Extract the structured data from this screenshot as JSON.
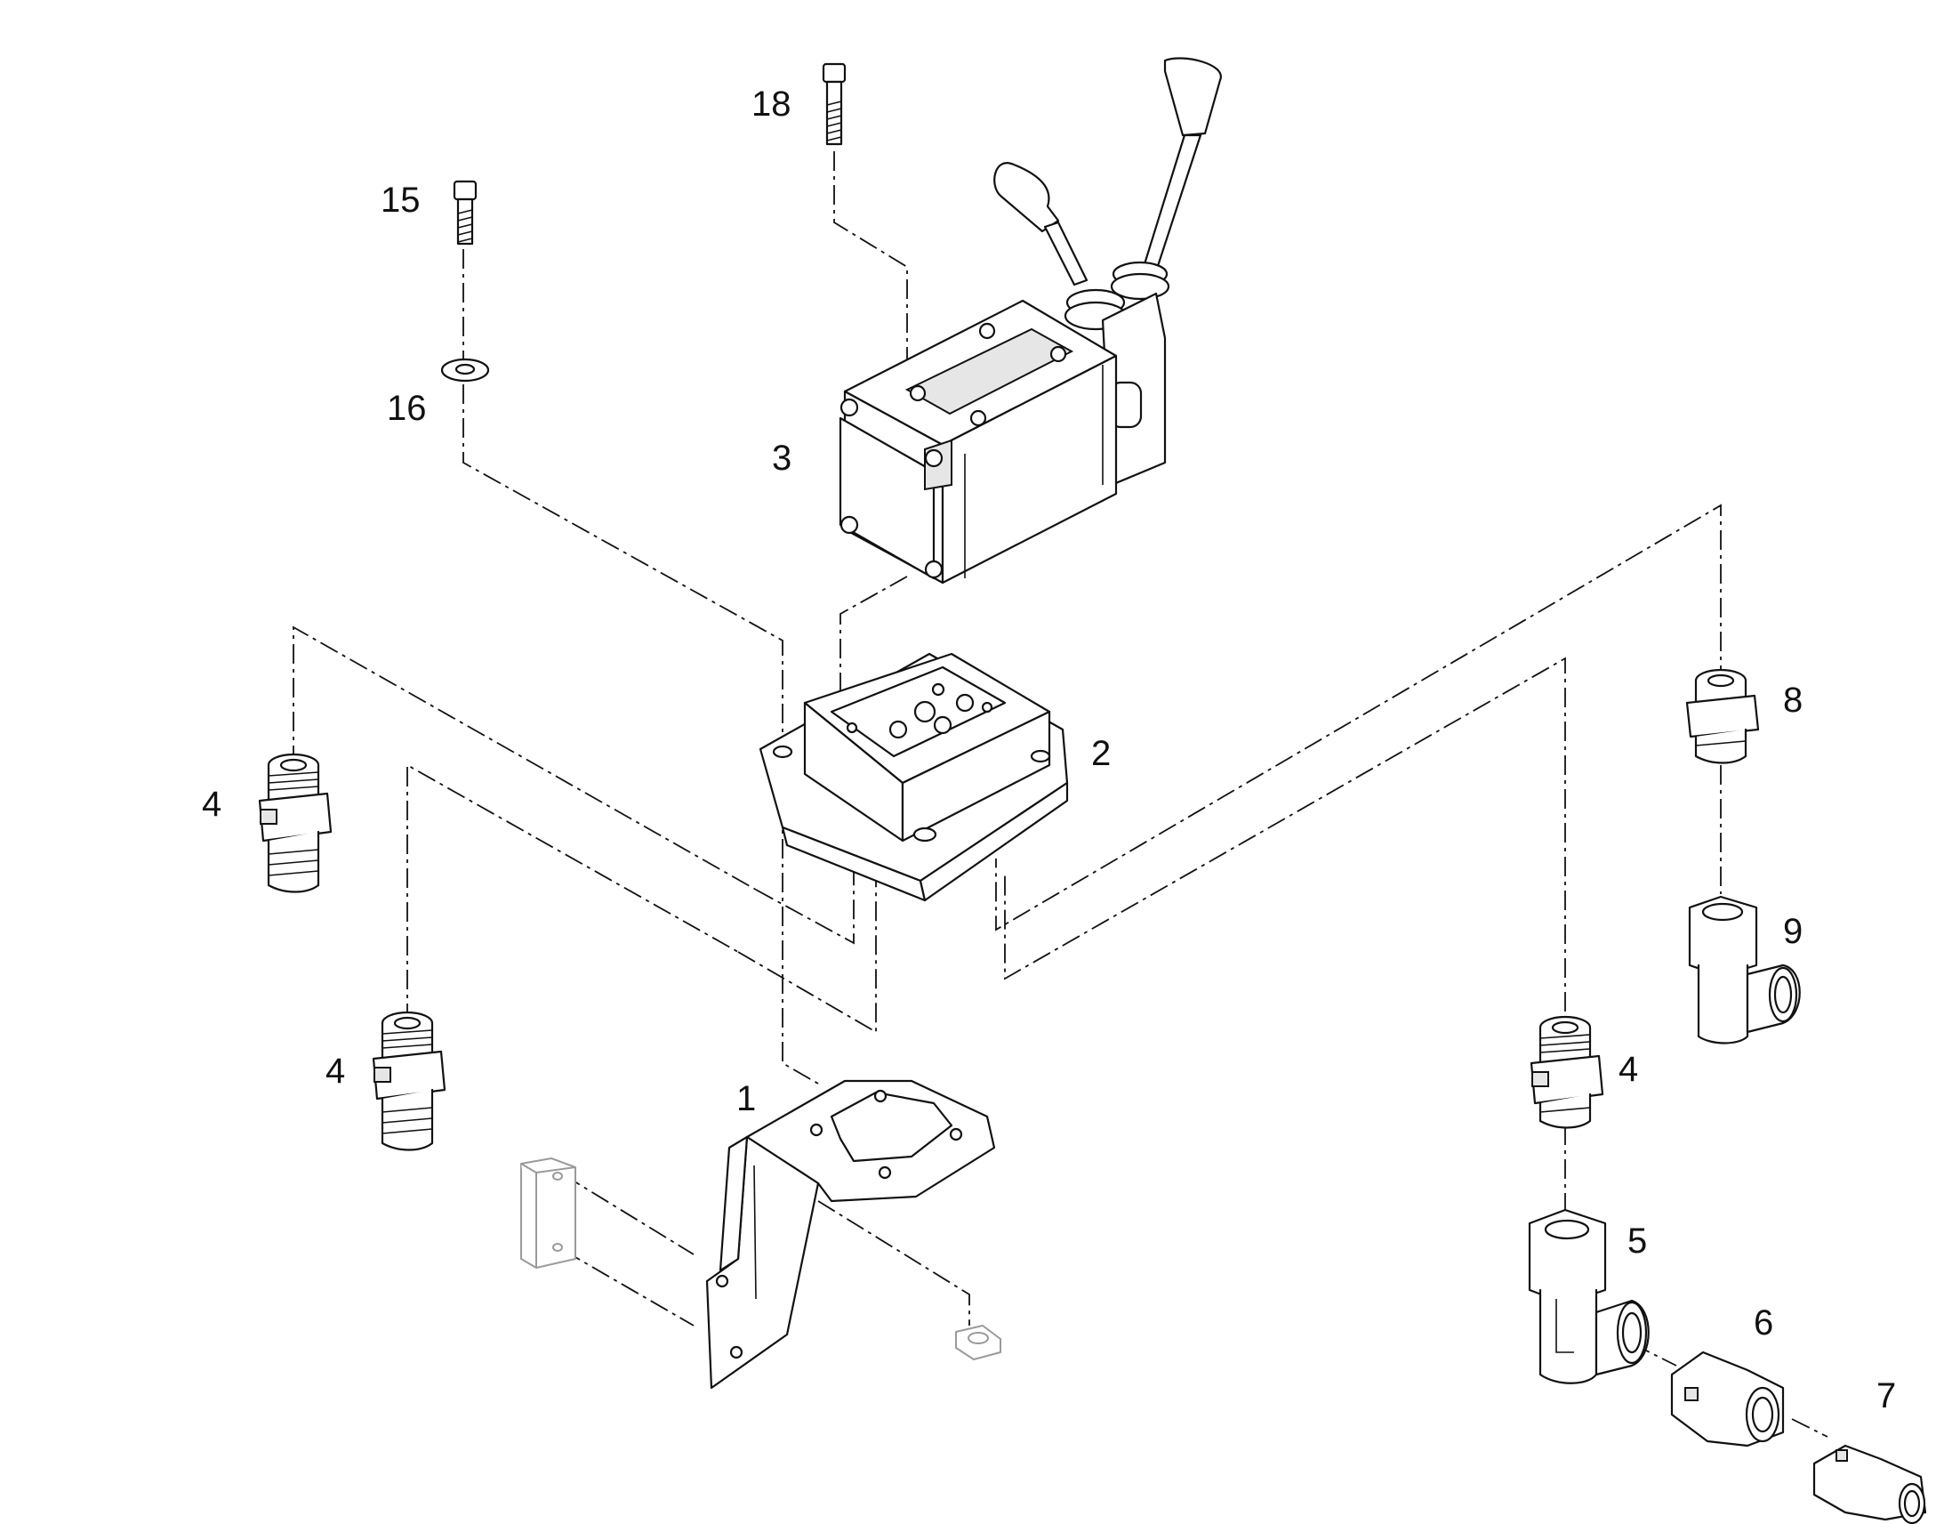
{
  "diagram": {
    "callouts": {
      "c1": "1",
      "c2": "2",
      "c3": "3",
      "c4a": "4",
      "c4b": "4",
      "c4c": "4",
      "c5": "5",
      "c6": "6",
      "c7": "7",
      "c8": "8",
      "c9": "9",
      "c15": "15",
      "c16": "16",
      "c18": "18"
    }
  }
}
